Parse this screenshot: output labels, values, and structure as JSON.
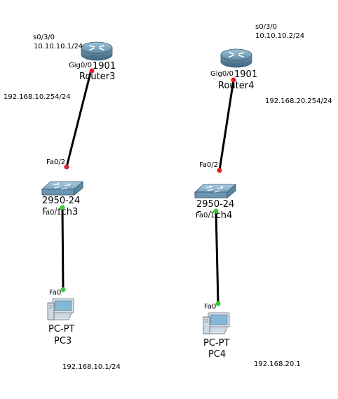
{
  "colors": {
    "background": "#ffffff",
    "link": "#000000",
    "port_down": "#e02020",
    "port_up": "#33cc33",
    "router_blue": "#5f8aa6",
    "switch_blue": "#6e9cb6"
  },
  "left": {
    "router": {
      "icon": "router-icon",
      "model": "1901",
      "name": "Router3"
    },
    "router_serial_port": "s0/3/0",
    "router_serial_ip": "10.10.10.1/24",
    "router_gig_port": "Gig0/0",
    "router_gig_ip": "192.168.10.254/24",
    "switch": {
      "icon": "switch-icon",
      "model": "2950-24",
      "name": "Switch3"
    },
    "switch_uplink_port": "Fa0/2",
    "switch_access_port": "Fa0/1",
    "pc": {
      "icon": "pc-icon",
      "model": "PC-PT",
      "name": "PC3",
      "port": "Fa0",
      "ip": "192.168.10.1/24"
    }
  },
  "right": {
    "router": {
      "icon": "router-icon",
      "model": "1901",
      "name": "Router4"
    },
    "router_serial_port": "s0/3/0",
    "router_serial_ip": "10.10.10.2/24",
    "router_gig_port": "Gig0/0",
    "router_gig_ip": "192.168.20.254/24",
    "switch": {
      "icon": "switch-icon",
      "model": "2950-24",
      "name": "Switch4"
    },
    "switch_uplink_port": "Fa0/2",
    "switch_access_port": "Fa0/1",
    "pc": {
      "icon": "pc-icon",
      "model": "PC-PT",
      "name": "PC4",
      "port": "Fa0",
      "ip": "192.168.20.1"
    }
  }
}
